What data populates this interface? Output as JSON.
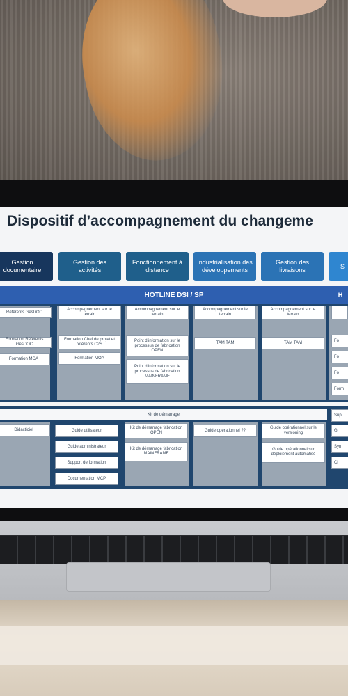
{
  "slide": {
    "title": "Dispositif d’accompagnement du changeme",
    "hotline": "HOTLINE DSI / SP",
    "hotline_cut": "H",
    "kit": "Kit de démarrage"
  },
  "columns": [
    {
      "header": "Gestion documentaire",
      "color": "#17365d"
    },
    {
      "header": "Gestion des activités",
      "color": "#1f5f8b"
    },
    {
      "header": "Fonctionnement à distance",
      "color": "#1f5f8b"
    },
    {
      "header": "Industrialisation des développements",
      "color": "#2b73b5"
    },
    {
      "header": "Gestion des livraisons",
      "color": "#2b73b5"
    },
    {
      "header": "S",
      "color": "#2f86d0"
    }
  ],
  "top_cards": {
    "c1": [
      "Référents GesDOC",
      "Formation Référents GesDOC",
      "Formation MOA"
    ],
    "c2": [
      "Accompagnement sur le terrain",
      "Formation Chef de projet et référents C2S",
      "Formation MOA"
    ],
    "c3": [
      "Accompagnement sur le terrain",
      "Point d’information sur le processus de fabrication OPEN",
      "Point d’information sur le processus de fabrication MAINFRAME"
    ],
    "c4": [
      "Accompagnement sur le terrain",
      "TAM TAM"
    ],
    "c5": [
      "Accompagnement sur le terrain",
      "TAM TAM"
    ]
  },
  "bottom_cards": {
    "c1": [
      "Didacticiel"
    ],
    "c2": [
      "Guide utilisateur",
      "Guide administrateur",
      "Support de formation",
      "Documentation MCP"
    ],
    "c3": [
      "Kit de démarrage fabrication  OPEN",
      "Kit de démarrage fabrication  MAINFRAME"
    ],
    "c4": [
      "Guide opérationnel ??"
    ],
    "c5": [
      "Guide opérationnel sur le versioning",
      "Guide opérationnel sur déploiement automatisé"
    ]
  },
  "right_sliver": [
    "Fo",
    "Fo",
    "Fo",
    "Form",
    "Sup",
    "G",
    "Syn",
    "Ci"
  ]
}
